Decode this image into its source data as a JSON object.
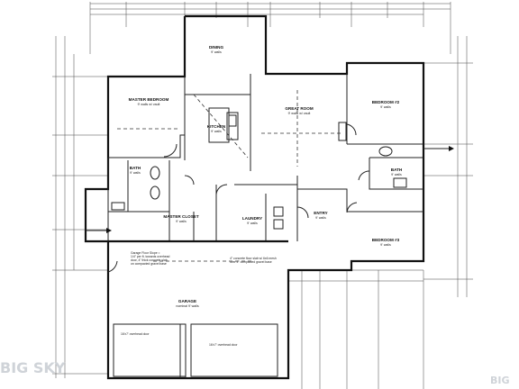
{
  "rooms": {
    "dining": {
      "name": "DINING",
      "sub": "9' walls"
    },
    "master_bedroom": {
      "name": "MASTER BEDROOM",
      "sub": "9' walls w/ vault"
    },
    "great_room": {
      "name": "GREAT ROOM",
      "sub": "9' walls w/ vault"
    },
    "kitchen": {
      "name": "KITCHEN",
      "sub": "9' walls"
    },
    "bedroom2": {
      "name": "BEDROOM #2",
      "sub": "9' walls"
    },
    "bath_master": {
      "name": "BATH",
      "sub": "9' walls"
    },
    "bath2": {
      "name": "BATH",
      "sub": "9' walls"
    },
    "entry": {
      "name": "ENTRY",
      "sub": "9' walls"
    },
    "laundry": {
      "name": "LAUNDRY",
      "sub": "9' walls"
    },
    "master_closet": {
      "name": "MASTER CLOSET",
      "sub": "9' walls"
    },
    "bedroom3": {
      "name": "BEDROOM #3",
      "sub": "9' walls"
    },
    "garage": {
      "name": "GARAGE",
      "sub": "nominal 9' walls"
    }
  },
  "notes": {
    "garage_top_1": "Garage Floor Slope =",
    "garage_top_2": "1/4\" per ft. towards overhead",
    "garage_top_3": "door, 4\" thick concrete slab",
    "garage_top_4": "on compacted gravel base",
    "garage_center_1": "4\" concrete floor slab w/ 6x6 mesh",
    "garage_center_2": "over 4\" compacted gravel base",
    "door_left": "16'x7' overhead door",
    "door_right": "16'x7' overhead door"
  },
  "watermark": {
    "brand": "BIG SKY",
    "corner": "BIG"
  }
}
